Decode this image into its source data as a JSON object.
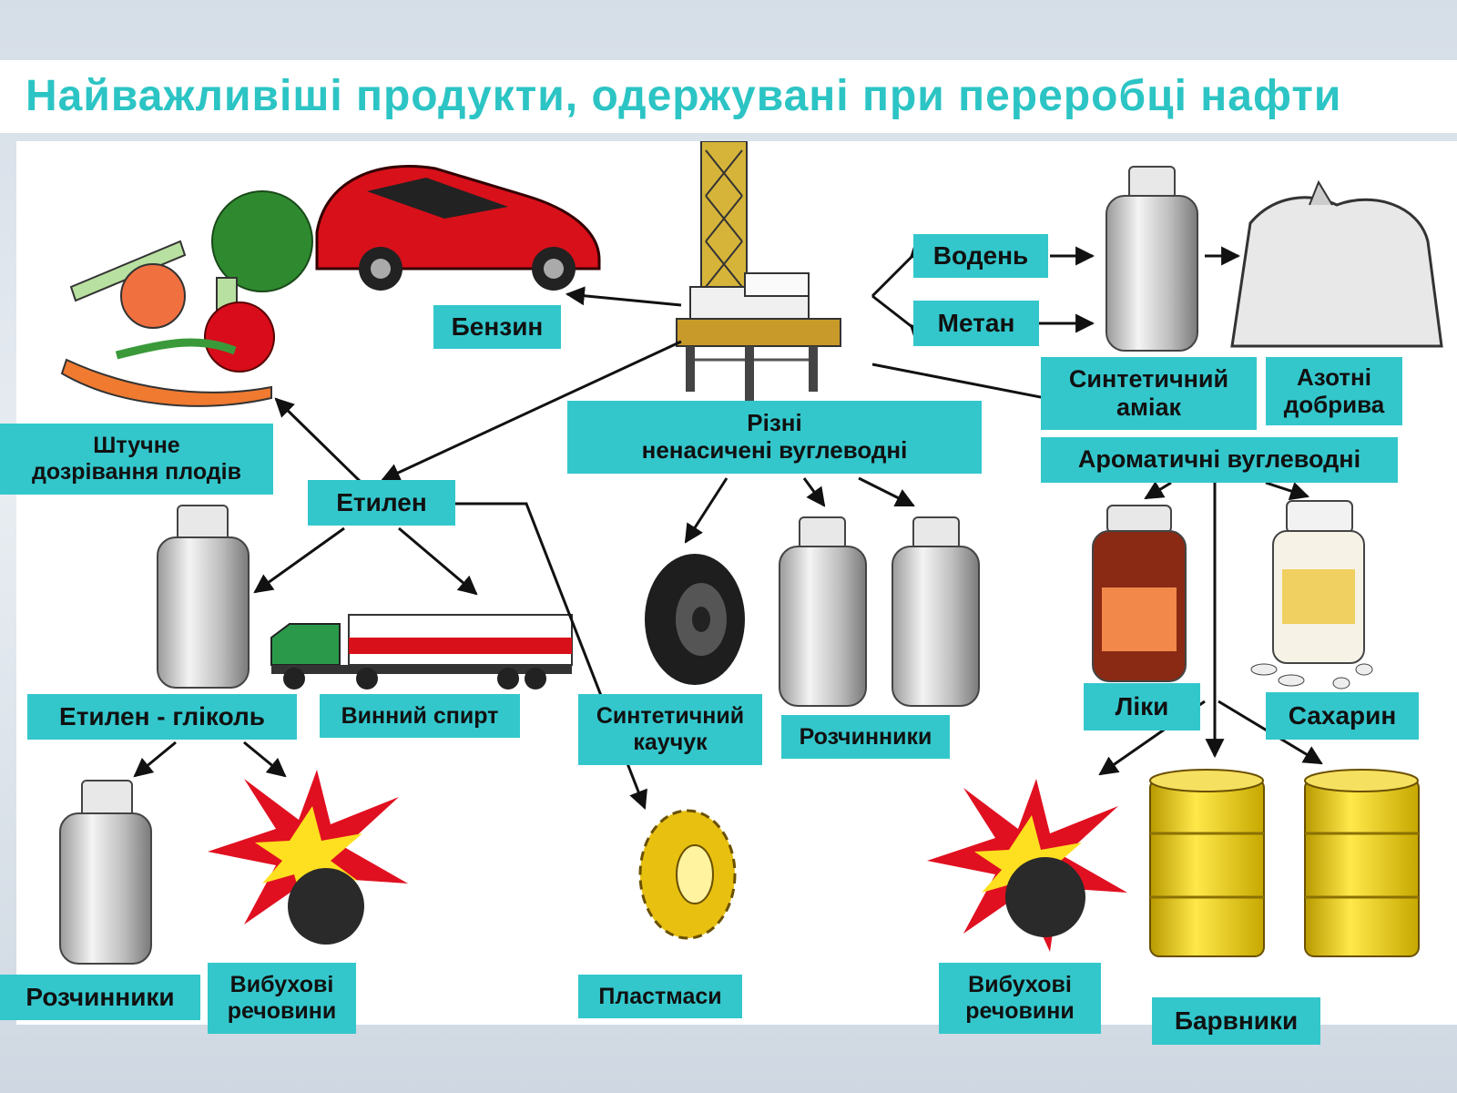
{
  "title": "Найважливіші продукти, одержувані при переробці нафти",
  "labels": {
    "benzin": "Бензин",
    "voden": "Водень",
    "metan": "Метан",
    "amiak": "Синтетичний\nаміак",
    "azotni": "Азотні\nдобрива",
    "rizni": "Різні\nненасичені вуглеводні",
    "aromatychni": "Ароматичні  вуглеводні",
    "shtuchne": "Штучне\nдозрівання плодів",
    "etylen": "Етилен",
    "etylenglikol": "Етилен - гліколь",
    "vynnyi": "Винний спирт",
    "kauchuk": "Синтетичний\nкаучук",
    "rozchynnyky_mid": "Розчинники",
    "liky": "Ліки",
    "sakharyn": "Сахарин",
    "rozchynnyky_left": "Розчинники",
    "vybukhovi_left": "Вибухові\nречовини",
    "plastmasy": "Пластмаси",
    "vybukhovi_right": "Вибухові\nречовини",
    "barvnyky": "Барвники"
  },
  "colors": {
    "title": "#2cc4c4",
    "label_bg": "#33c7cc",
    "arrow": "#111111"
  }
}
